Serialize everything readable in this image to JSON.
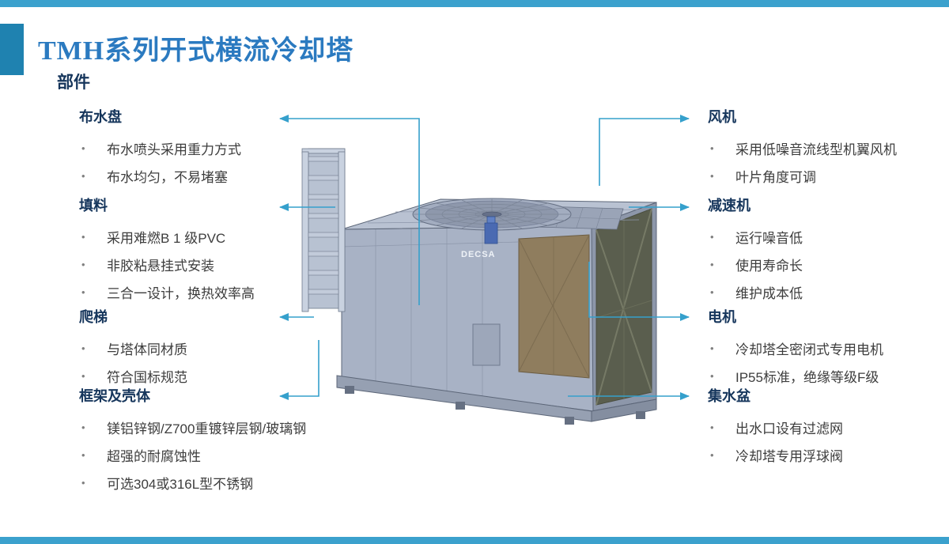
{
  "page": {
    "title": "TMH系列开式横流冷却塔",
    "subtitle": "部件"
  },
  "icons": {
    "bullet": "•"
  },
  "theme": {
    "bar_color": "#3BA1CD",
    "accent_block_color": "#1F82B0",
    "title_color": "#2B7AC0",
    "heading_color": "#16365C",
    "body_text_color": "#3D3D3D",
    "leader_line_color": "#35A0CC",
    "tower_body_color": "#A8B2C5",
    "tower_louver_color": "#5A5E4E",
    "tower_panel_color": "#8F7D5E"
  },
  "left_sections": [
    {
      "heading": "布水盘",
      "bullets": [
        "布水喷头采用重力方式",
        "布水均匀，不易堵塞"
      ]
    },
    {
      "heading": "填料",
      "bullets": [
        "采用难燃B 1 级PVC",
        "非胶粘悬挂式安装",
        "三合一设计，换热效率高"
      ]
    },
    {
      "heading": "爬梯",
      "bullets": [
        "与塔体同材质",
        "符合国标规范"
      ]
    },
    {
      "heading": "框架及壳体",
      "bullets": [
        "镁铝锌钢/Z700重镀锌层钢/玻璃钢",
        "超强的耐腐蚀性",
        "可选304或316L型不锈钢"
      ]
    }
  ],
  "right_sections": [
    {
      "heading": "风机",
      "bullets": [
        "采用低噪音流线型机翼风机",
        "叶片角度可调"
      ]
    },
    {
      "heading": "减速机",
      "bullets": [
        "运行噪音低",
        "使用寿命长",
        "维护成本低"
      ]
    },
    {
      "heading": "电机",
      "bullets": [
        "冷却塔全密闭式专用电机",
        "IP55标准，绝缘等级F级"
      ]
    },
    {
      "heading": "集水盆",
      "bullets": [
        "出水口设有过滤网",
        "冷却塔专用浮球阀"
      ]
    }
  ],
  "tower": {
    "logo": "DECSA"
  }
}
